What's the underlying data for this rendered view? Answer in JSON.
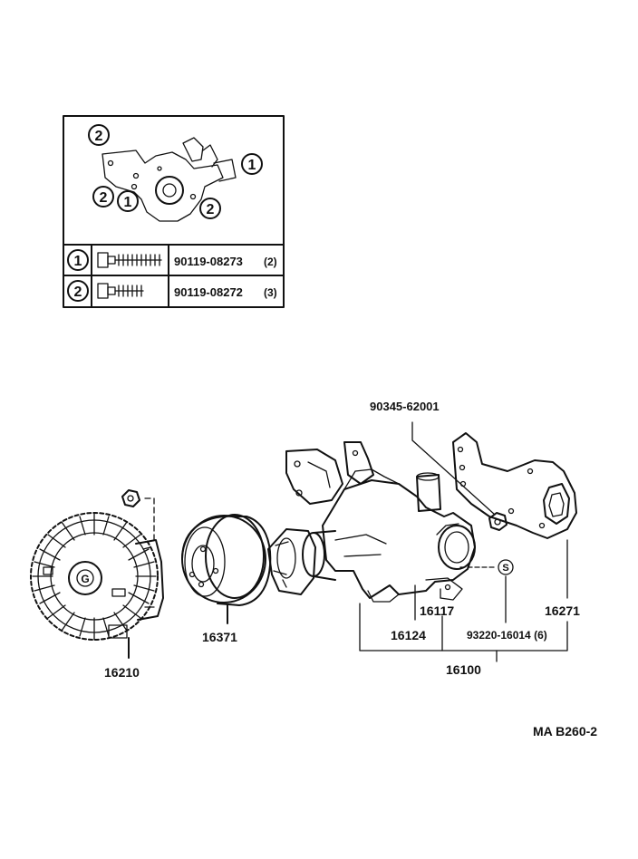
{
  "inset": {
    "callouts": [
      "2",
      "1",
      "2",
      "1",
      "2"
    ],
    "legend": [
      {
        "marker": "1",
        "part_number": "90119-08273",
        "qty": "(2)"
      },
      {
        "marker": "2",
        "part_number": "90119-08272",
        "qty": "(3)"
      }
    ]
  },
  "parts": {
    "p90345": "90345-62001",
    "p16210": "16210",
    "p16371": "16371",
    "p16117": "16117",
    "p16271": "16271",
    "p16124": "16124",
    "p93220": "93220-16014 (6)",
    "p16100": "16100",
    "s_marker": "S"
  },
  "diagram_code": "MA B260-2"
}
